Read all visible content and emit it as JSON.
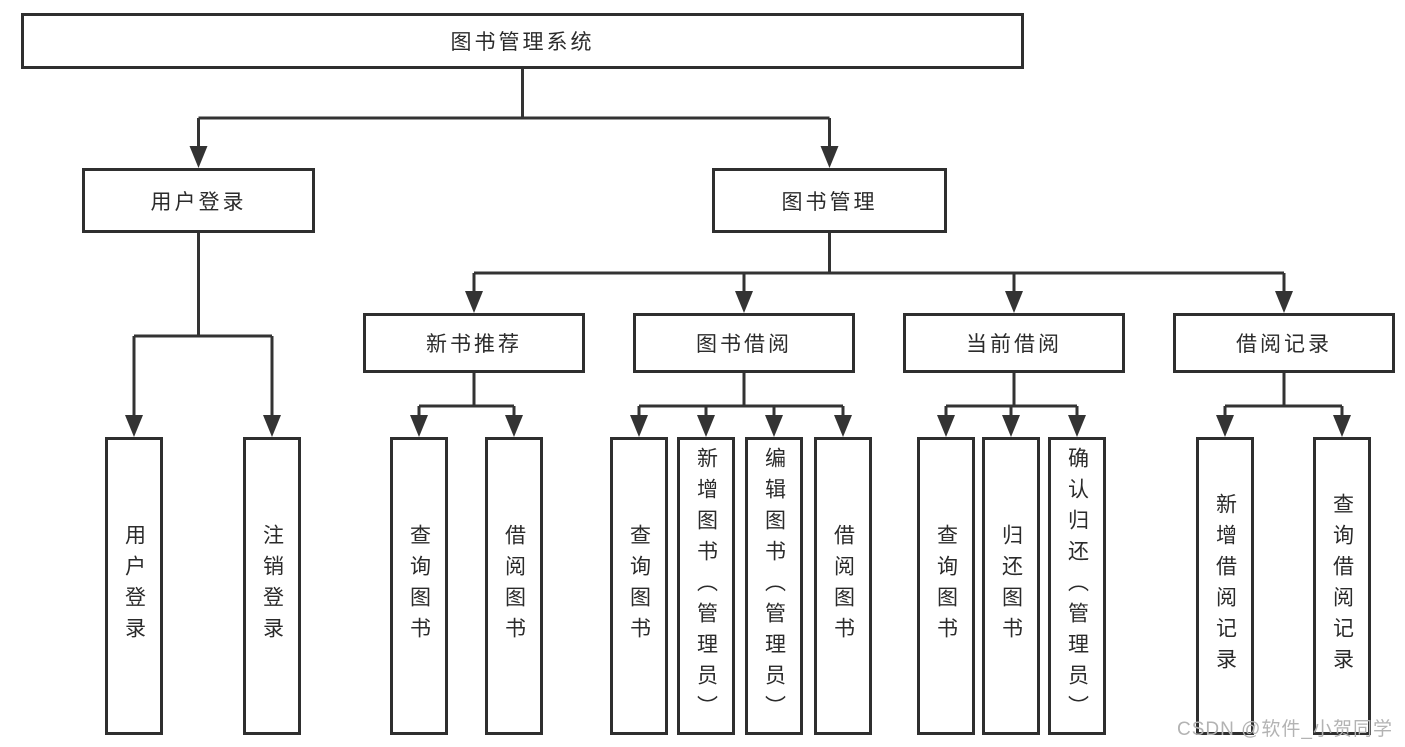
{
  "title": "图书管理系统",
  "tree": {
    "root": {
      "label": "图书管理系统"
    },
    "branches": [
      {
        "label": "用户登录",
        "leaves": [
          "用户登录",
          "注销登录"
        ]
      },
      {
        "label": "图书管理",
        "groups": [
          {
            "label": "新书推荐",
            "leaves": [
              "查询图书",
              "借阅图书"
            ]
          },
          {
            "label": "图书借阅",
            "leaves": [
              "查询图书",
              "新增图书（管理员）",
              "编辑图书（管理员）",
              "借阅图书"
            ]
          },
          {
            "label": "当前借阅",
            "leaves": [
              "查询图书",
              "归还图书",
              "确认归还（管理员）"
            ]
          },
          {
            "label": "借阅记录",
            "leaves": [
              "新增借阅记录",
              "查询借阅记录"
            ]
          }
        ]
      }
    ]
  },
  "watermark": "CSDN @软件_小贺同学",
  "colors": {
    "line": "#333333",
    "text": "#2b2b2b",
    "background": "#ffffff",
    "watermark": "#b3b3b3"
  }
}
